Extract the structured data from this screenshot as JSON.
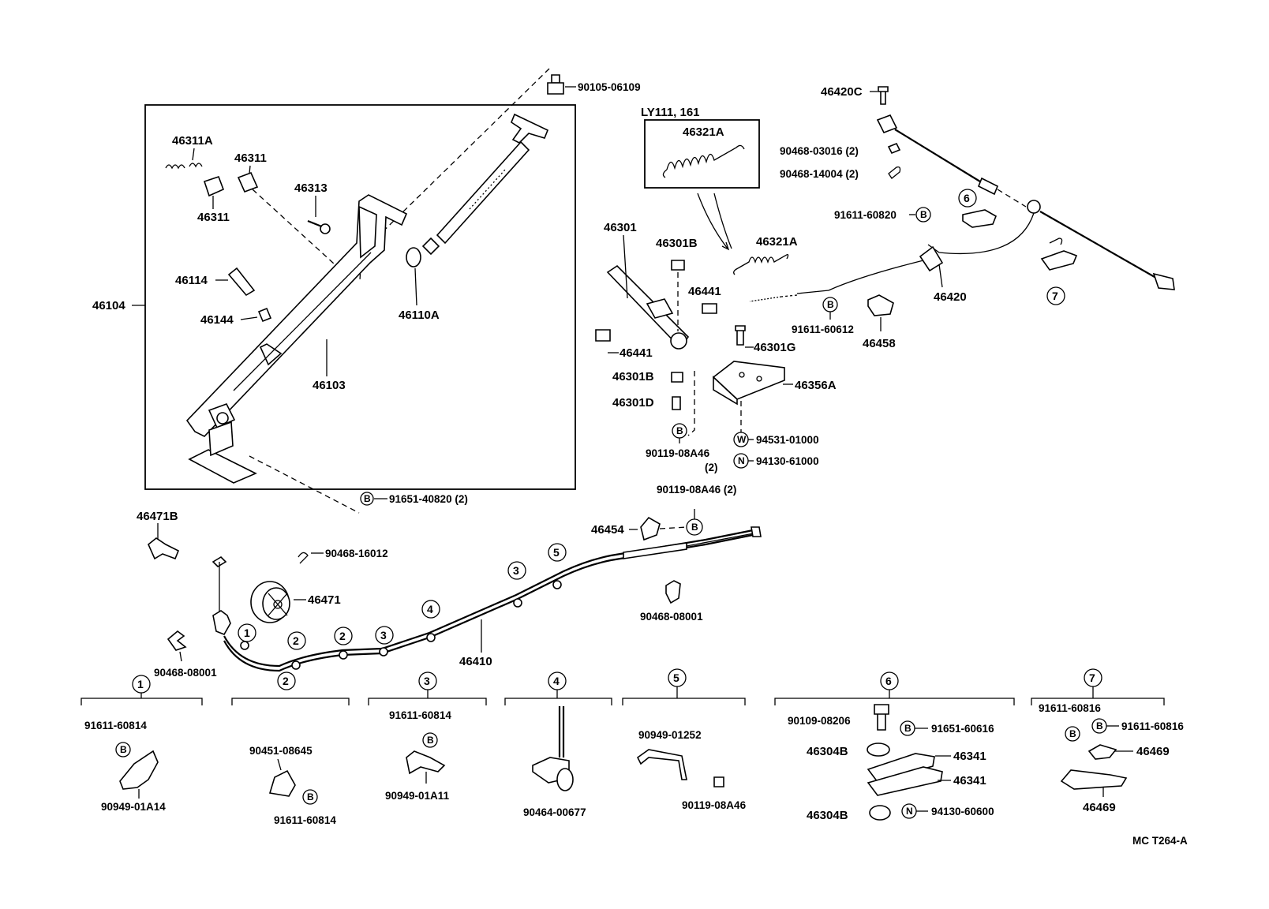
{
  "figure_code": "MC  T264-A",
  "assembly_box": {
    "variant": "LY111, 161"
  },
  "symbols": {
    "B": "B",
    "W": "W",
    "N": "N"
  },
  "callouts": {
    "c1": "1",
    "c2": "2",
    "c3": "3",
    "c4": "4",
    "c5": "5",
    "c6": "6",
    "c7": "7"
  },
  "labels": {
    "p46311A": "46311A",
    "p46311_a": "46311",
    "p46311_b": "46311",
    "p46313": "46313",
    "p46114": "46114",
    "p46144": "46144",
    "p46104": "46104",
    "p46103": "46103",
    "p46110A": "46110A",
    "p90105_06109": "90105-06109",
    "p91651_40820": "91651-40820 (2)",
    "p46321A_box": "46321A",
    "p46321A": "46321A",
    "p46301": "46301",
    "p46301B_top": "46301B",
    "p46441_a": "46441",
    "p46441_b": "46441",
    "p46301G": "46301G",
    "p46301B_bot": "46301B",
    "p46356A": "46356A",
    "p46301D": "46301D",
    "p90119_08A46_a": "90119-08A46",
    "p90119_08A46_a_qty": "(2)",
    "p94531_01000": "94531-01000",
    "p94130_61000": "94130-61000",
    "p46420C": "46420C",
    "p90468_03016": "90468-03016 (2)",
    "p90468_14004": "90468-14004 (2)",
    "p91611_60820": "91611-60820",
    "p91611_60612": "91611-60612",
    "p46458": "46458",
    "p46420": "46420",
    "p90119_08A46_b": "90119-08A46 (2)",
    "p46454": "46454",
    "p46471B": "46471B",
    "p90468_16012": "90468-16012",
    "p46471": "46471",
    "p90468_08001_a": "90468-08001",
    "p90468_08001_b": "90468-08001",
    "p46410": "46410"
  },
  "details": {
    "d1": {
      "top": "91611-60814",
      "bottom": "90949-01A14"
    },
    "d2": {
      "top": "90451-08645",
      "bottom": "91611-60814"
    },
    "d3": {
      "top": "91611-60814",
      "bottom": "90949-01A11"
    },
    "d4": {
      "bottom": "90464-00677"
    },
    "d5": {
      "top": "90949-01252",
      "bottom": "90119-08A46"
    },
    "d6": {
      "l1": "90109-08206",
      "r1": "91651-60616",
      "l2": "46304B",
      "r2": "46341",
      "r3": "46341",
      "l3": "46304B",
      "r4": "94130-60600"
    },
    "d7": {
      "top": "91611-60816",
      "r1": "91611-60816",
      "r2": "46469",
      "bottom": "46469"
    }
  }
}
